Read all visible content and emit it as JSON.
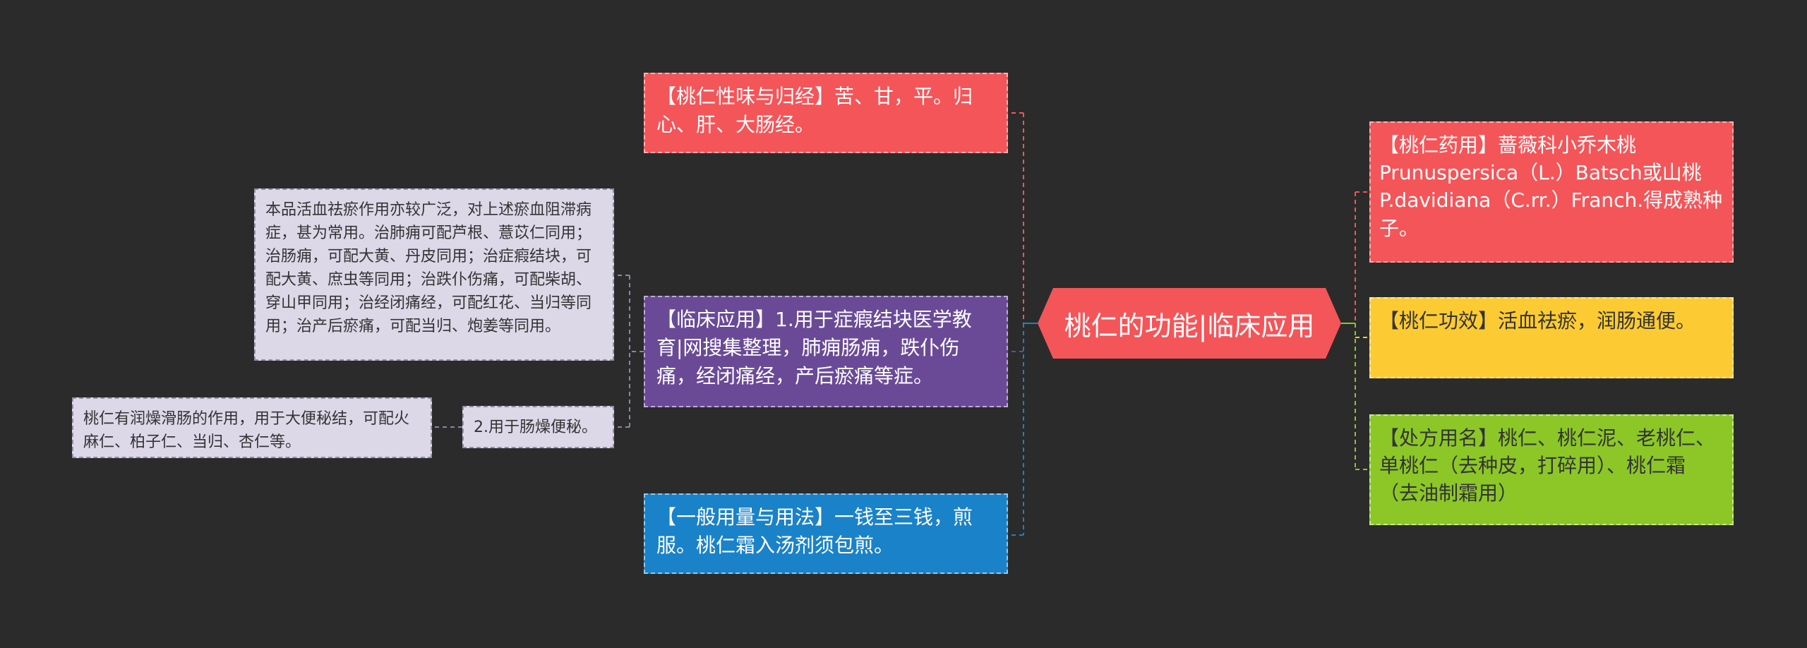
{
  "root": {
    "title": "桃仁的功能|临床应用"
  },
  "left": [
    {
      "id": "xingwei",
      "text": "【桃仁性味与归经】苦、甘，平。归心、肝、大肠经。"
    },
    {
      "id": "linchuang",
      "text": "【临床应用】1.用于症瘕结块医学教育|网搜集整理，肺痈肠痈，跌仆伤痛，经闭痛经，产后瘀痛等症。"
    },
    {
      "id": "yongliang",
      "text": "【一般用量与用法】一钱至三钱，煎服。桃仁霜入汤剂须包煎。"
    }
  ],
  "clinical_children": [
    {
      "id": "detail1",
      "text": "本品活血祛瘀作用亦较广泛，对上述瘀血阻滞病症，甚为常用。治肺痈可配芦根、薏苡仁同用；治肠痈，可配大黄、丹皮同用；治症瘕结块，可配大黄、庶虫等同用；治跌仆伤痛，可配柴胡、穿山甲同用；治经闭痛经，可配红花、当归等同用；治产后瘀痛，可配当归、炮姜等同用。"
    },
    {
      "id": "item2",
      "text": "2.用于肠燥便秘。"
    }
  ],
  "item2_child": {
    "text": "桃仁有润燥滑肠的作用，用于大便秘结，可配火麻仁、柏子仁、当归、杏仁等。"
  },
  "right": [
    {
      "id": "yaoyong",
      "text": "【桃仁药用】蔷薇科小乔木桃Prunuspersica（L.）Batsch或山桃P.davidiana（C.rr.）Franch.得成熟种子。"
    },
    {
      "id": "gongxiao",
      "text": "【桃仁功效】活血祛瘀，润肠通便。"
    },
    {
      "id": "chufang",
      "text": "【处方用名】桃仁、桃仁泥、老桃仁、单桃仁（去种皮，打碎用）、桃仁霜（去油制霜用）"
    }
  ],
  "colors": {
    "background": "#2b2b2b",
    "red": "#f45559",
    "purple": "#6a4a96",
    "blue": "#1a82c8",
    "yellow": "#fccb33",
    "green": "#8cc727",
    "lavender": "#ddd8e8"
  }
}
